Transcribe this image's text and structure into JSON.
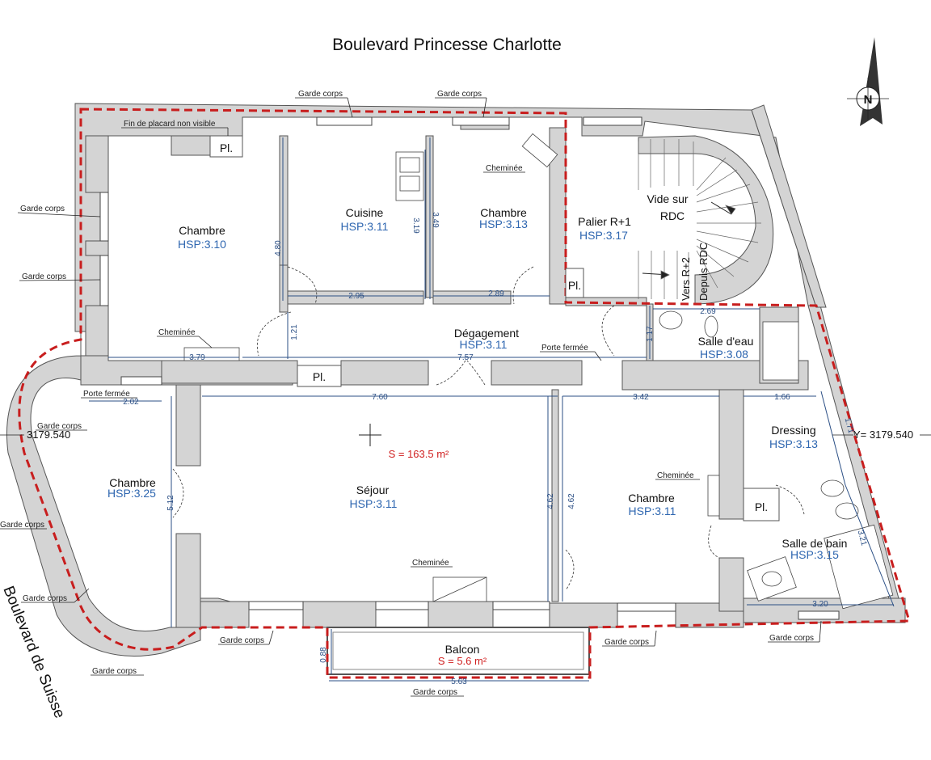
{
  "title": "Boulevard Princesse Charlotte",
  "street_side": "Boulevard de Suisse",
  "rooms": [
    {
      "id": "chambre-1",
      "name": "Chambre",
      "hsp": "HSP:3.10"
    },
    {
      "id": "cuisine",
      "name": "Cuisine",
      "hsp": "HSP:3.11"
    },
    {
      "id": "chambre-2",
      "name": "Chambre",
      "hsp": "HSP:3.13"
    },
    {
      "id": "palier",
      "name": "Palier R+1",
      "hsp": "HSP:3.17"
    },
    {
      "id": "degagement",
      "name": "Dégagement",
      "hsp": "HSP:3.11"
    },
    {
      "id": "salle-eau",
      "name": "Salle d'eau",
      "hsp": "HSP:3.08"
    },
    {
      "id": "dressing",
      "name": "Dressing",
      "hsp": "HSP:3.13"
    },
    {
      "id": "chambre-3",
      "name": "Chambre",
      "hsp": "HSP:3.25"
    },
    {
      "id": "sejour",
      "name": "Séjour",
      "hsp": "HSP:3.11"
    },
    {
      "id": "chambre-4",
      "name": "Chambre",
      "hsp": "HSP:3.11"
    },
    {
      "id": "salle-bain",
      "name": "Salle de bain",
      "hsp": "HSP:3.15"
    },
    {
      "id": "balcon",
      "name": "Balcon",
      "hsp": ""
    }
  ],
  "void_label": [
    "Vide sur",
    "RDC"
  ],
  "stairs_labels": [
    "Vers R+2",
    "Depuis RDC"
  ],
  "surface_total": "S = 163.5 m²",
  "surface_balcon": "S = 5.6 m²",
  "elevation_left": "3179.540",
  "elevation_right": "3179.540",
  "elevation_prefix_right": "Y= ",
  "placard": "Pl.",
  "notes": {
    "garde_corps": "Garde corps",
    "cheminee": "Cheminée",
    "porte_fermee": "Porte fermée",
    "fin_placard": "Fin de placard non visible"
  },
  "dimensions": [
    "4.80",
    "3.19",
    "3.49",
    "2.95",
    "2.89",
    "1.21",
    "3.79",
    "7.57",
    "2.69",
    "1.17",
    "2.02",
    "7.60",
    "3.42",
    "1.66",
    "1.71",
    "5.12",
    "4.62",
    "4.62",
    "3.21",
    "3.20",
    "0.88",
    "5.63"
  ],
  "colors": {
    "hsp": "#2e66b0",
    "dimension": "#2b4f85",
    "boundary": "#c81e1e",
    "wall": "#d4d4d4"
  }
}
